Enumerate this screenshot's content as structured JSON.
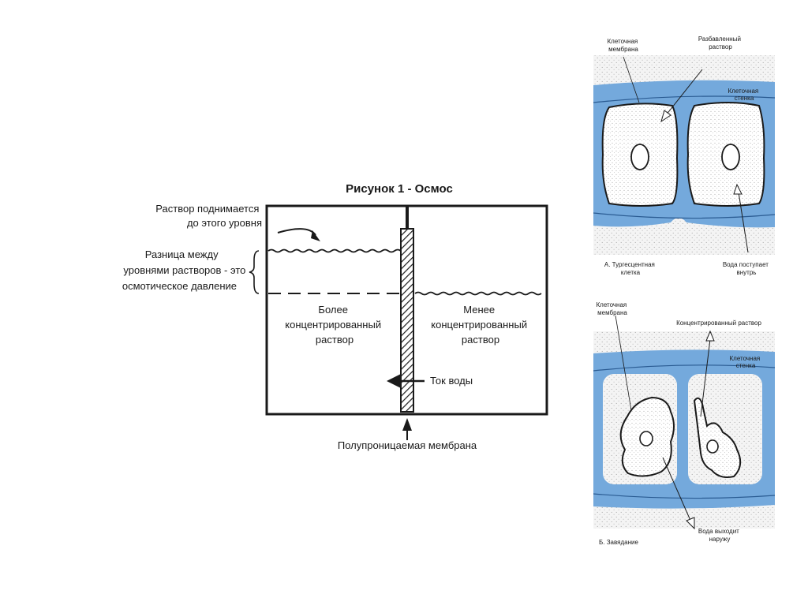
{
  "osmosis": {
    "title": "Рисунок 1 - Осмос",
    "rise_label": [
      "Раствор поднимается",
      "до этого уровня"
    ],
    "diff_label": [
      "Разница между",
      "уровнями растворов - это",
      "осмотическое давление"
    ],
    "left_label": [
      "Более",
      "концентрированный",
      "раствор"
    ],
    "right_label": [
      "Менее",
      "концентрированный",
      "раствор"
    ],
    "flow_label": "Ток воды",
    "membrane_label": "Полупроницаемая мембрана"
  },
  "panel_a": {
    "cell_membrane": [
      "Клеточная",
      "мембрана"
    ],
    "dilute_solution": [
      "Разбавленный",
      "раствор"
    ],
    "cell_wall": [
      "Клеточная",
      "стенка"
    ],
    "caption": [
      "А. Тургесцентная",
      "клетка"
    ],
    "water_in": [
      "Вода поступает",
      "внутрь"
    ]
  },
  "panel_b": {
    "cell_membrane": [
      "Клеточная",
      "мембрана"
    ],
    "concentrated_solution": "Концентрированный раствор",
    "cell_wall": [
      "Клеточная",
      "стенка"
    ],
    "caption": "Б. Завядание",
    "water_out": [
      "Вода выходит",
      "наружу"
    ]
  },
  "colors": {
    "wall_blue": "#74a9dc",
    "line": "#1a1a1a"
  }
}
